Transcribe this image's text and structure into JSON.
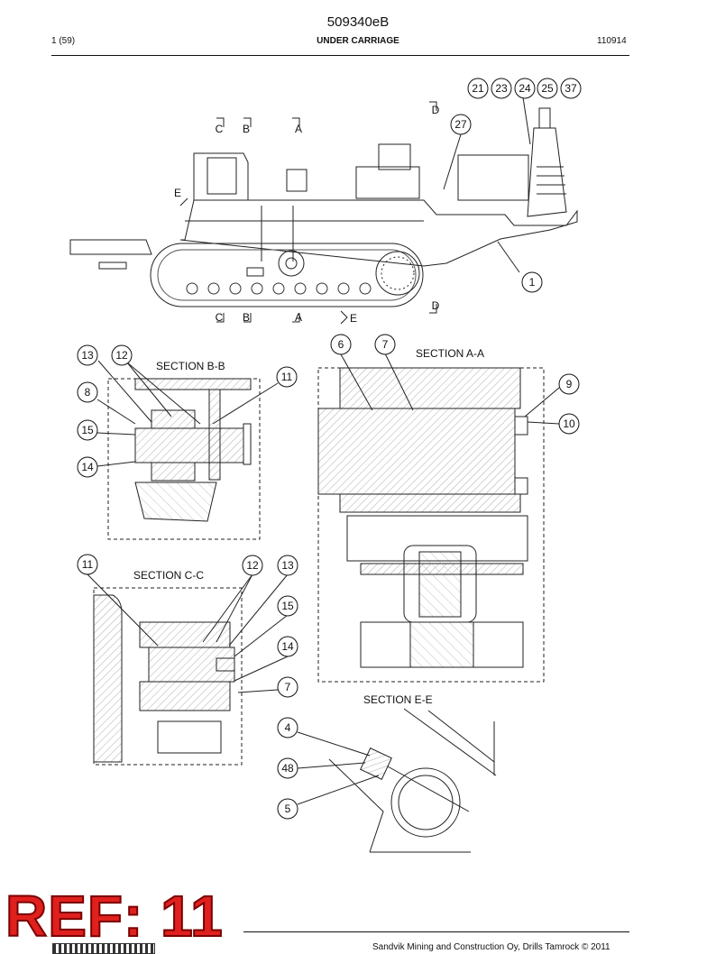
{
  "header": {
    "doc_title": "509340eB",
    "page_number": "1 (59)",
    "section": "UNDER CARRIAGE",
    "doc_code": "110914"
  },
  "sections": {
    "b": "SECTION B-B",
    "a": "SECTION A-A",
    "c": "SECTION C-C",
    "e": "SECTION E-E"
  },
  "view_markers": {
    "c": "C",
    "b": "B",
    "a": "A",
    "d": "D",
    "e": "E"
  },
  "callouts": {
    "top": [
      "21",
      "23",
      "24",
      "25",
      "37",
      "27",
      "1"
    ],
    "section_b": [
      "13",
      "12",
      "8",
      "15",
      "14",
      "11"
    ],
    "section_a": [
      "6",
      "7",
      "9",
      "10"
    ],
    "section_c": [
      "11",
      "12",
      "13",
      "15",
      "14",
      "7"
    ],
    "section_e": [
      "4",
      "48",
      "5"
    ]
  },
  "stamp": "REF: 11",
  "footer": "Sandvik Mining and Construction Oy, Drills Tamrock © 2011"
}
